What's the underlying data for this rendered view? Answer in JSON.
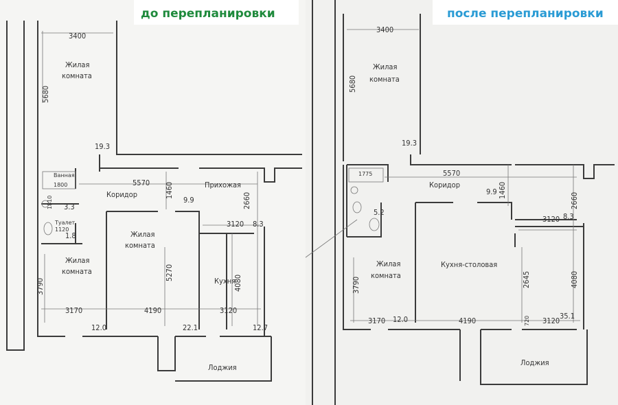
{
  "colors": {
    "before_title": "#1f8a3c",
    "after_title": "#2a9bd4"
  },
  "before": {
    "title": "до перепланировки",
    "dim_3400": "3400",
    "dim_5680": "5680",
    "room1_l1": "Жилая",
    "room1_l2": "комната",
    "area_19_3": "19.3",
    "bath": "Ванная",
    "dim_1800": "1800",
    "dim_5570": "5570",
    "hall": "Прихожая",
    "corridor": "Коридор",
    "dim_1460": "1460",
    "area_9_9": "9.9",
    "dim_2660": "2660",
    "dim_1810": "1810",
    "area_3_3": "3.3",
    "toilet": "Туалет",
    "dim_1120": "1120",
    "area_1_8": "1.8",
    "room2_l1": "Жилая",
    "room2_l2": "комната",
    "dim_5270": "5270",
    "dim_3120a": "3120",
    "area_8_3": "8.3",
    "kitchen": "Кухня",
    "dim_4080": "4080",
    "dim_3790": "3790",
    "room3_l1": "Жилая",
    "room3_l2": "комната",
    "dim_3170": "3170",
    "dim_4190": "4190",
    "dim_3120b": "3120",
    "area_12_0": "12.0",
    "area_22_1": "22.1",
    "area_12_7": "12.7",
    "loggia": "Лоджия"
  },
  "after": {
    "title": "после перепланировки",
    "dim_3400": "3400",
    "dim_5680": "5680",
    "room1_l1": "Жилая",
    "room1_l2": "комната",
    "area_19_3": "19.3",
    "dim_1775": "1775",
    "dim_5570": "5570",
    "corridor": "Коридор",
    "dim_1460": "1460",
    "area_9_9": "9.9",
    "dim_2660": "2660",
    "area_5_2": "5.2",
    "dim_3120a": "3120",
    "area_8_3": "8.3",
    "room3_l1": "Жилая",
    "room3_l2": "комната",
    "kitchen_dining": "Кухня-столовая",
    "dim_3790": "3790",
    "dim_2645": "2645",
    "dim_4080": "4080",
    "dim_3170": "3170",
    "area_12_0": "12.0",
    "dim_4190": "4190",
    "dim_720": "720",
    "dim_3120b": "3120",
    "area_35_1": "35.1",
    "loggia": "Лоджия"
  }
}
